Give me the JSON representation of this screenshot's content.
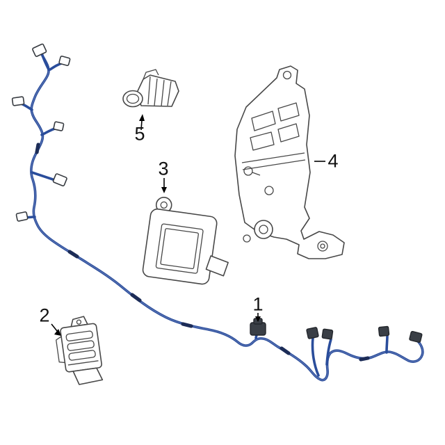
{
  "figure": {
    "callouts": [
      {
        "label": "1"
      },
      {
        "label": "2"
      },
      {
        "label": "3"
      },
      {
        "label": "4"
      },
      {
        "label": "5"
      }
    ],
    "colors": {
      "background": "#ffffff",
      "harness_blue": "#2a4d9b",
      "outline_gray": "#474747",
      "label_text": "#111111"
    }
  }
}
